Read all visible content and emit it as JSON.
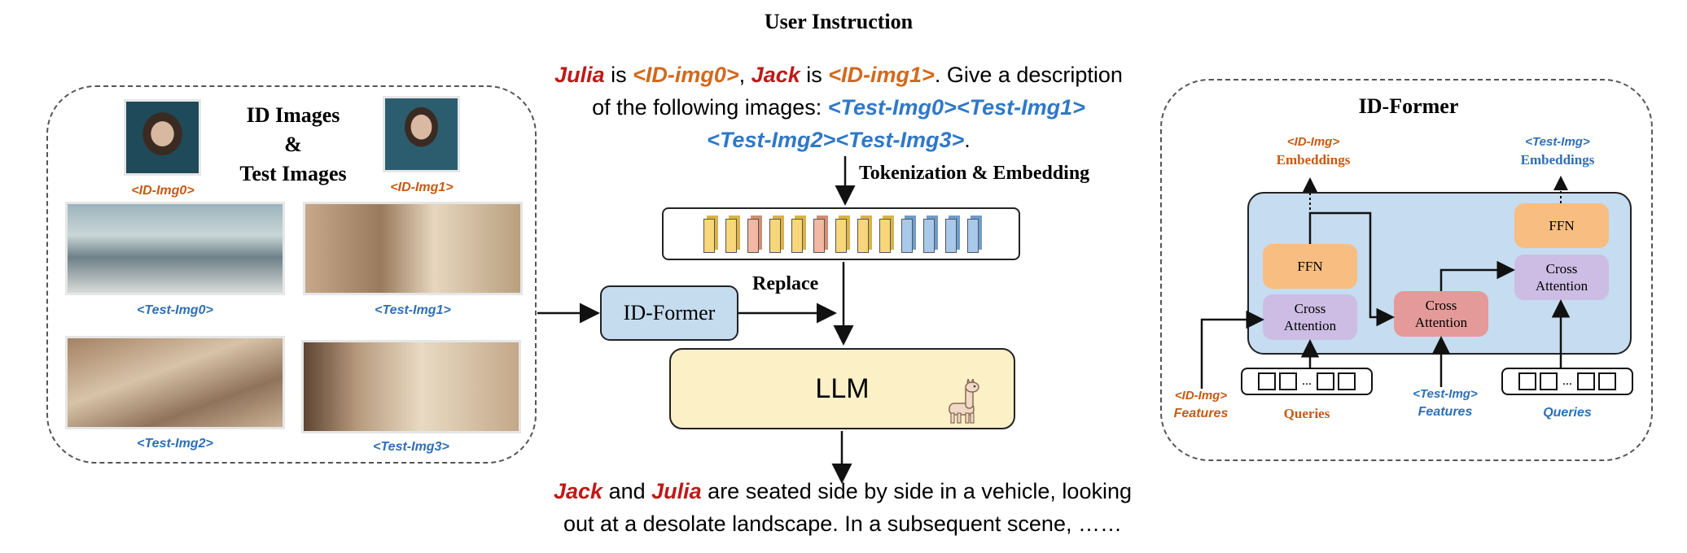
{
  "title": "User Instruction",
  "instruction": {
    "julia": "Julia",
    "is1": " is ",
    "id0": "<ID-img0>",
    "comma": ", ",
    "jack": "Jack",
    "is2": " is ",
    "id1": "<ID-img1>",
    "give": ". Give a description",
    "line2a": "of the following images: ",
    "t01": "<Test-Img0><Test-Img1>",
    "t23": "<Test-Img2><Test-Img3>",
    "period": "."
  },
  "left_panel": {
    "heading_lines": [
      "ID Images",
      "&",
      "Test Images"
    ],
    "captions": {
      "id0": "<ID-Img0>",
      "id1": "<ID-Img1>",
      "t0": "<Test-Img0>",
      "t1": "<Test-Img1>",
      "t2": "<Test-Img2>",
      "t3": "<Test-Img3>"
    }
  },
  "center": {
    "tokenization_label": "Tokenization & Embedding",
    "replace_label": "Replace",
    "idformer_label": "ID-Former",
    "llm_label": "LLM",
    "token_colors": [
      "yellow",
      "yellow",
      "pink",
      "yellow",
      "yellow",
      "pink",
      "yellow",
      "yellow",
      "yellow",
      "blue",
      "blue",
      "blue",
      "blue"
    ]
  },
  "output": {
    "jack": "Jack",
    "and": " and ",
    "julia": "Julia",
    "rest1": " are seated side by side in a vehicle, looking",
    "line2": "out at a desolate landscape. In a subsequent scene, ……"
  },
  "right_panel": {
    "title": "ID-Former",
    "id_embed_tag": "<ID-Img>",
    "id_embed_word": "Embeddings",
    "test_embed_tag": "<Test-Img>",
    "test_embed_word": "Embeddings",
    "ffn": "FFN",
    "cross_line1": "Cross",
    "cross_line2": "Attention",
    "id_feat_tag": "<ID-Img>",
    "id_feat_word": "Features",
    "test_feat_tag": "<Test-Img>",
    "test_feat_word": "Features",
    "queries": "Queries",
    "ellipsis": "..."
  },
  "colors": {
    "token_yellow": "#f7d77a",
    "token_pink": "#f2b8a2",
    "token_blue": "#a9c9ea",
    "idformer_bg": "#c5dcef",
    "llm_bg": "#fbf0c6",
    "ffn_bg": "#f8bd80",
    "cross_purple": "#cdbde4",
    "cross_red": "#e59a9a",
    "inner_bg": "#c6dcf0"
  }
}
